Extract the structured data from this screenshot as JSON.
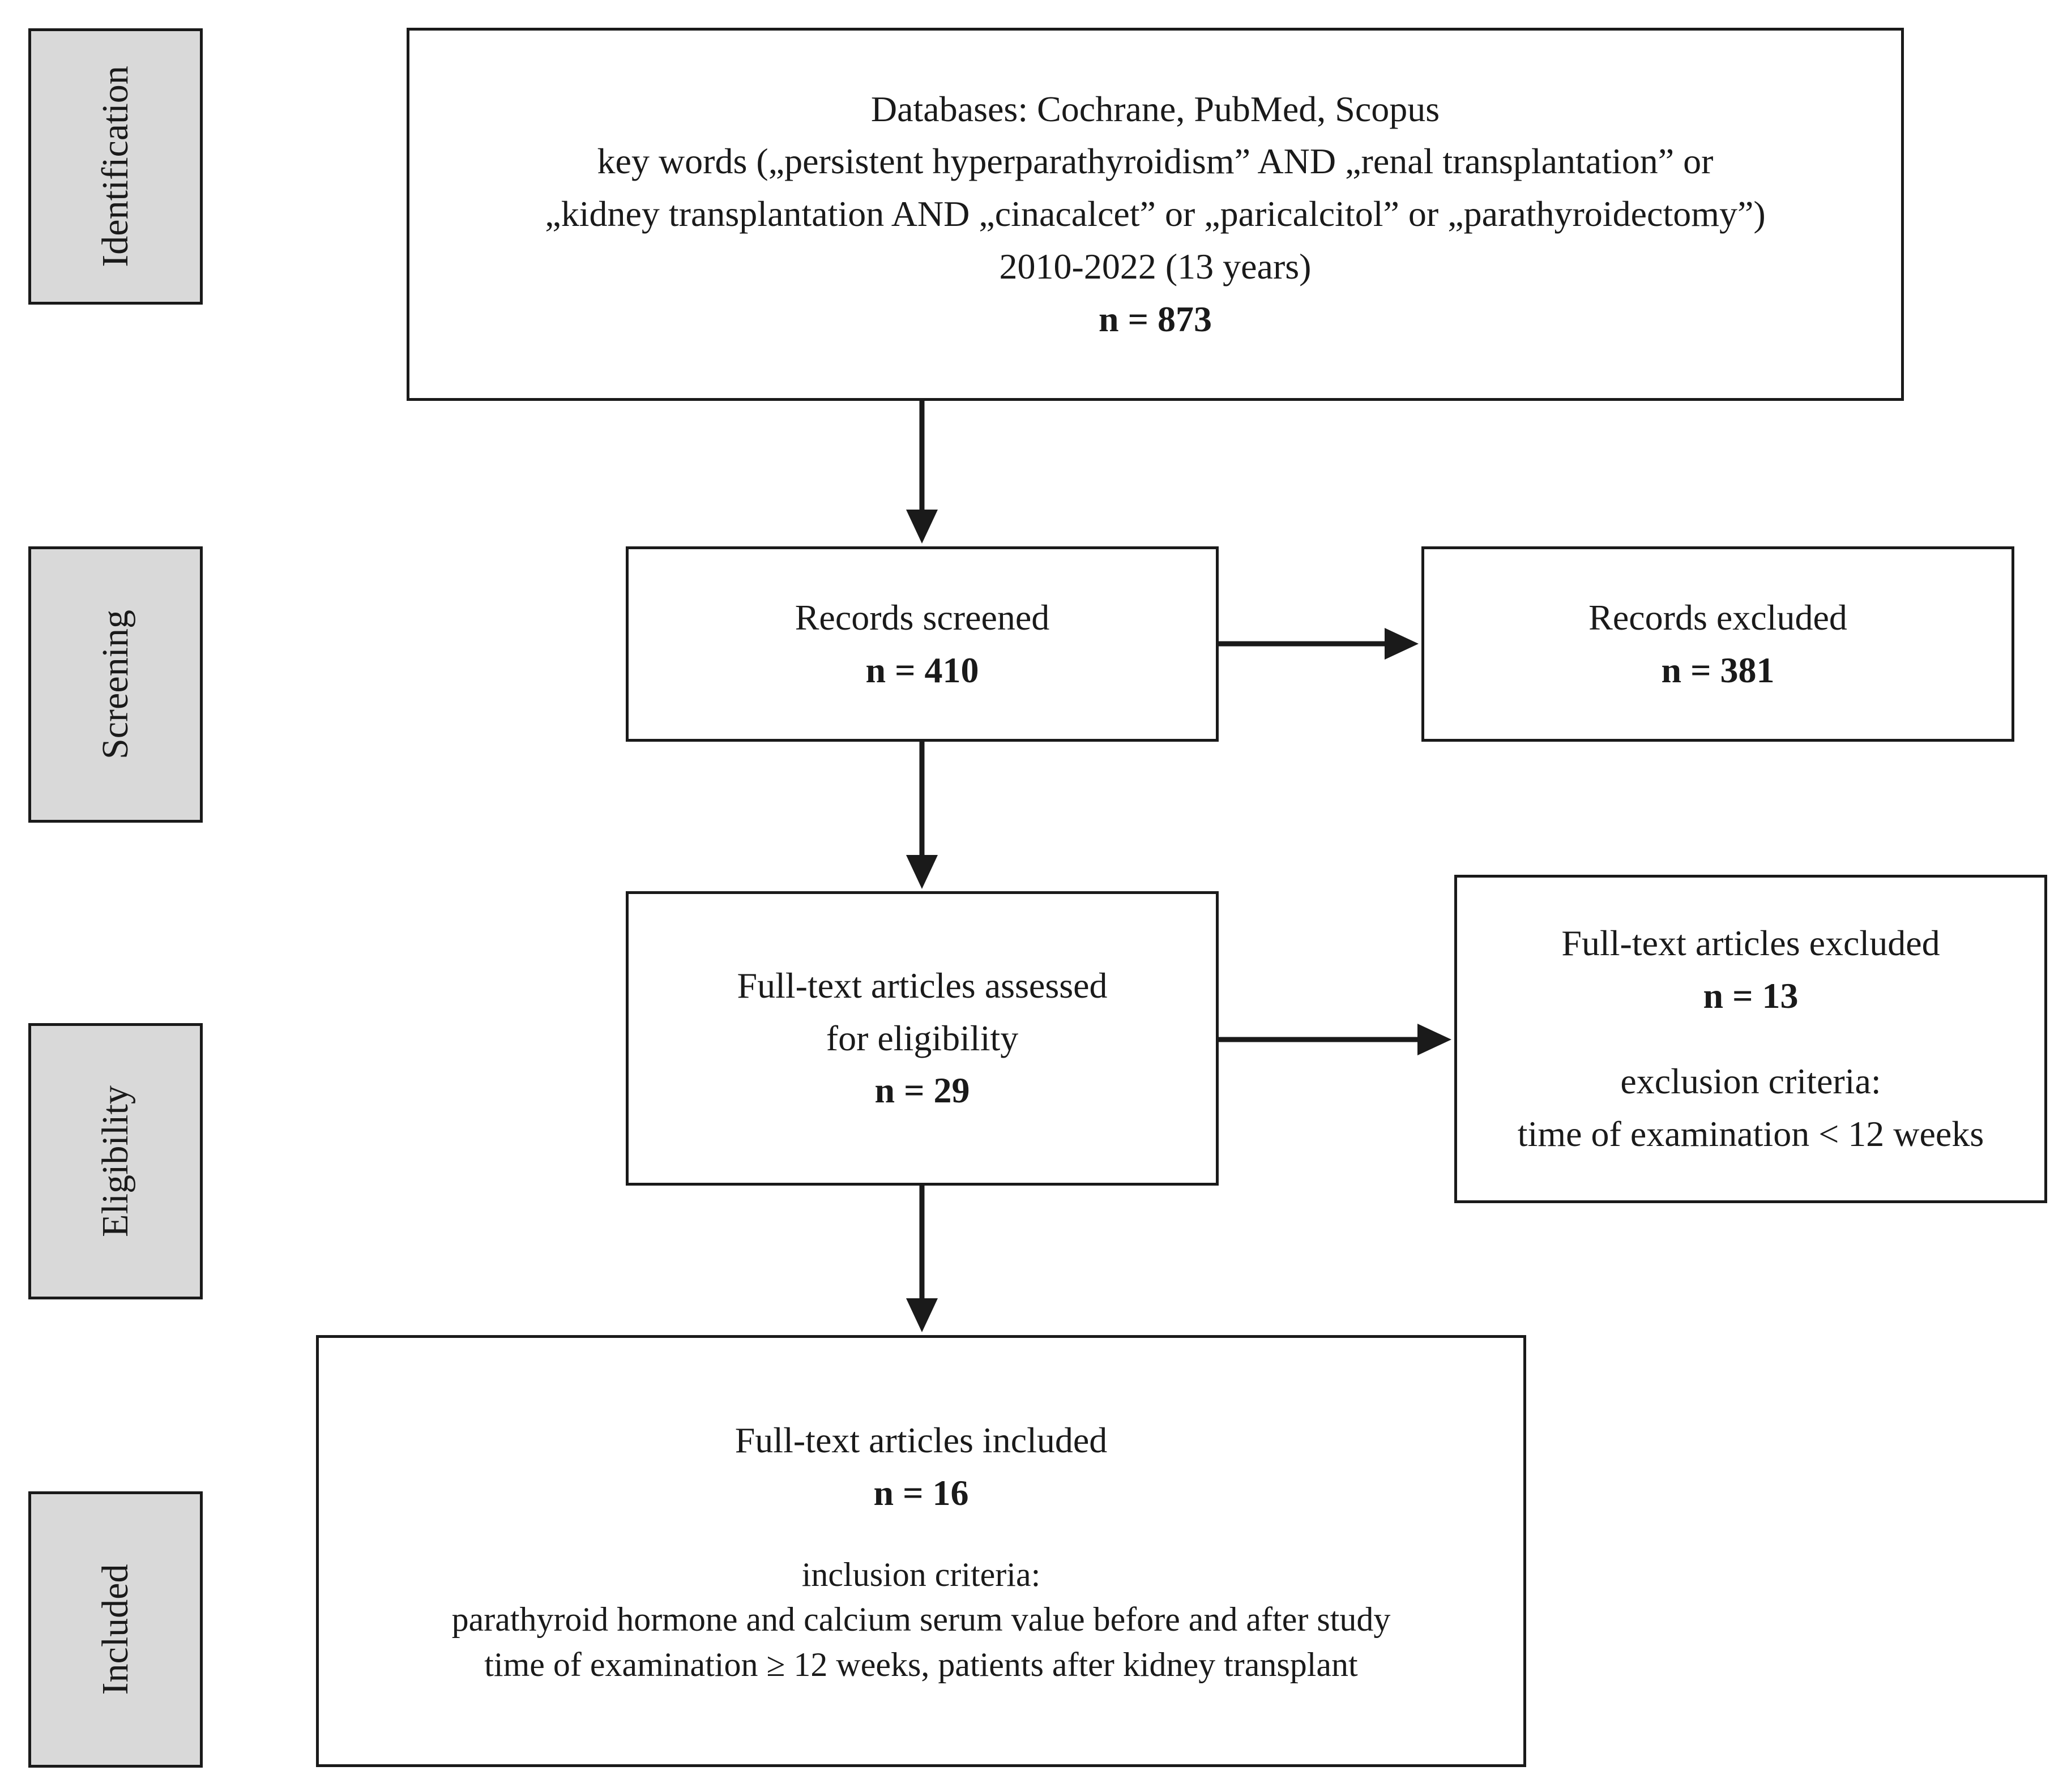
{
  "phases": {
    "identification": "Identification",
    "screening": "Screening",
    "eligibility": "Eligibility",
    "included": "Included"
  },
  "identification_box": {
    "line1": "Databases: Cochrane, PubMed, Scopus",
    "line2": "key words („persistent hyperparathyroidism” AND „renal transplantation” or",
    "line3": "„kidney transplantation AND „cinacalcet” or „paricalcitol” or „parathyroidectomy”)",
    "line4": "2010-2022 (13 years)",
    "n": "n = 873"
  },
  "screened_box": {
    "label": "Records screened",
    "n": "n = 410"
  },
  "excluded_box": {
    "label": "Records excluded",
    "n": "n = 381"
  },
  "assessed_box": {
    "line1": "Full-text articles assessed",
    "line2": "for eligibility",
    "n": "n = 29"
  },
  "fulltext_excluded_box": {
    "label": "Full-text articles excluded",
    "n": "n = 13",
    "criteria_title": "exclusion criteria:",
    "criteria": "time of examination < 12 weeks"
  },
  "included_box": {
    "label": "Full-text articles included",
    "n": "n = 16",
    "criteria_title": "inclusion criteria:",
    "criteria_line1": "parathyroid hormone and calcium serum value before and after study",
    "criteria_line2": "time of examination ≥ 12 weeks, patients after kidney transplant"
  },
  "colors": {
    "phase_fill": "#d9d9d9",
    "stroke": "#1a1a1a",
    "box_fill": "#ffffff"
  }
}
